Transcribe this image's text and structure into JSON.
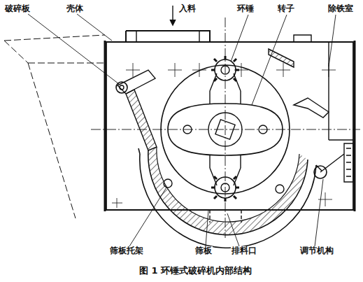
{
  "diagram": {
    "caption": "图 1 环锤式破碎机内部结构",
    "labels": [
      "破碎板",
      "壳体",
      "入料",
      "环锤",
      "转子",
      "除铁室",
      "筛板托架",
      "筛板",
      "排料口",
      "调节机构"
    ]
  }
}
